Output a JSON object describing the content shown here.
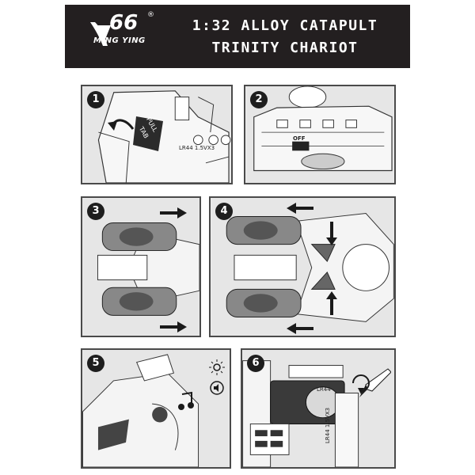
{
  "header": {
    "logo_mark": "66",
    "logo_registered": "®",
    "brand": "MING YING",
    "title_line1": "1:32 ALLOY CATAPULT",
    "title_line2": "TRINITY CHARIOT"
  },
  "steps": [
    {
      "number": "1",
      "tab_label_1": "PULL",
      "tab_label_2": "TAB",
      "battery_label": "LR44 1.5VX3"
    },
    {
      "number": "2",
      "switch_label": "OFF"
    },
    {
      "number": "3"
    },
    {
      "number": "4"
    },
    {
      "number": "5"
    },
    {
      "number": "6",
      "battery_label_1": "LR44",
      "battery_label_2": "LR44 1.5VX3"
    }
  ],
  "colors": {
    "header_bg": "#231f20",
    "panel_border": "#4a4a4a",
    "panel_bg": "#ececec"
  }
}
